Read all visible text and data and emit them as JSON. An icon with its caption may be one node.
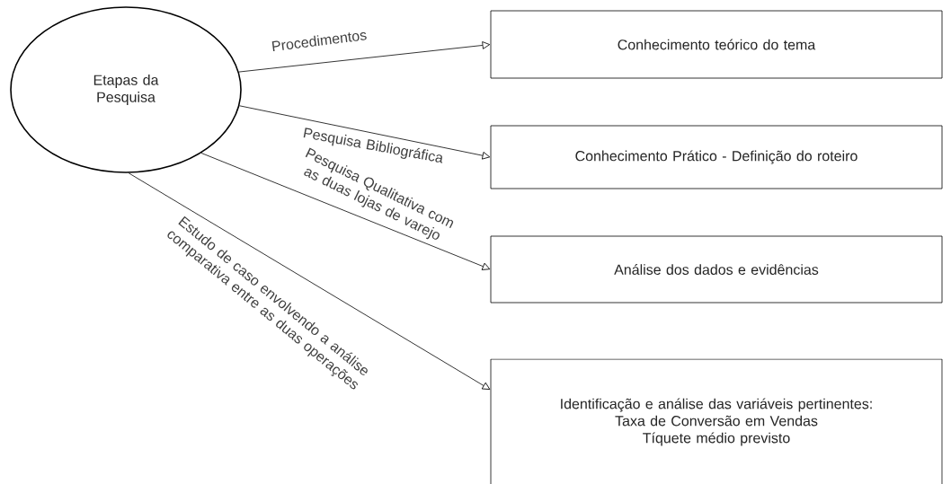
{
  "diagram": {
    "nodes": [
      {
        "text": [
          "Etapas da Pesquisa"
        ]
      },
      {
        "text": [
          "Conhecimento teórico do tema"
        ]
      },
      {
        "text": [
          "Conhecimento Prático - Definição do roteiro"
        ]
      },
      {
        "text": [
          "Análise dos dados e evidências"
        ]
      },
      {
        "text": [
          "Identificação e análise das variáveis pertinentes:",
          "Taxa de Conversão em Vendas",
          "Tíquete médio previsto"
        ]
      }
    ],
    "edges": [
      {
        "from": 0,
        "to": 1,
        "arrow": "to",
        "label": "Procedimentos"
      },
      {
        "from": 0,
        "to": 2,
        "arrow": "to",
        "label": "Pesquisa Bibliográfica"
      },
      {
        "from": 0,
        "to": 3,
        "arrow": "to",
        "label": "Pesquisa Qualitativa com as duas lojas de varejo"
      },
      {
        "from": 0,
        "to": 4,
        "arrow": "to",
        "label": "Estudo de caso envolvendo a análise comparativa entre as duas operações"
      }
    ]
  }
}
